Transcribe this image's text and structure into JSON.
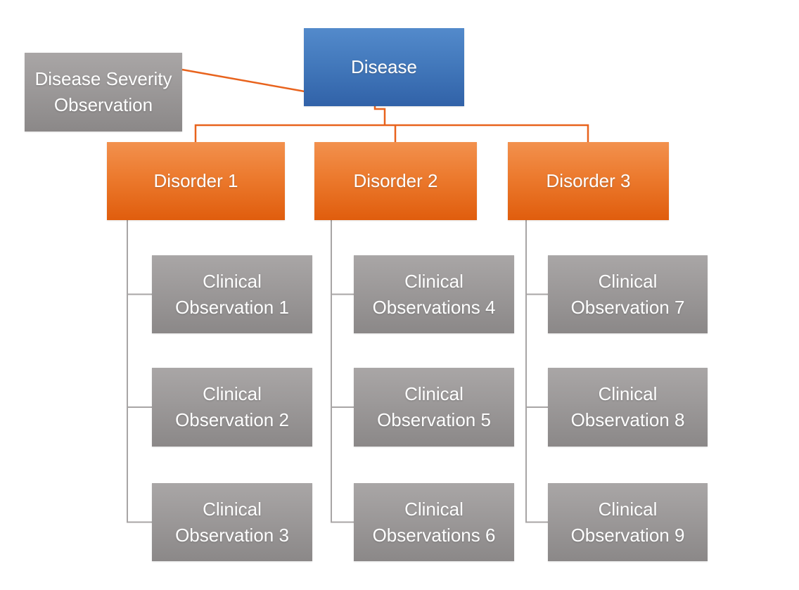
{
  "diagram": {
    "type": "org-chart",
    "background": "#ffffff",
    "colors": {
      "disease_fill_top": "#538acb",
      "disease_fill_bottom": "#3162a8",
      "disorder_fill_top": "#f2914e",
      "disorder_fill_bottom": "#e05d0d",
      "observation_fill_top": "#a9a6a6",
      "observation_fill_bottom": "#8b8888",
      "connector_orange": "#e8631d",
      "connector_gray": "#a8a5a5",
      "text": "#ffffff"
    },
    "nodes": {
      "disease": {
        "label": "Disease",
        "lines": [
          "Disease"
        ]
      },
      "severity": {
        "label": "Disease Severity Observation",
        "lines": [
          "Disease Severity",
          "Observation"
        ]
      },
      "disorders": [
        {
          "label": "Disorder 1",
          "lines": [
            "Disorder 1"
          ],
          "observations": [
            {
              "label": "Clinical Observation 1",
              "lines": [
                "Clinical",
                "Observation 1"
              ]
            },
            {
              "label": "Clinical Observation 2",
              "lines": [
                "Clinical",
                "Observation 2"
              ]
            },
            {
              "label": "Clinical Observation 3",
              "lines": [
                "Clinical",
                "Observation 3"
              ]
            }
          ]
        },
        {
          "label": "Disorder 2",
          "lines": [
            "Disorder 2"
          ],
          "observations": [
            {
              "label": "Clinical Observations 4",
              "lines": [
                "Clinical",
                "Observations 4"
              ]
            },
            {
              "label": "Clinical Observation 5",
              "lines": [
                "Clinical",
                "Observation 5"
              ]
            },
            {
              "label": "Clinical Observations 6",
              "lines": [
                "Clinical",
                "Observations 6"
              ]
            }
          ]
        },
        {
          "label": "Disorder 3",
          "lines": [
            "Disorder 3"
          ],
          "observations": [
            {
              "label": "Clinical Observation 7",
              "lines": [
                "Clinical",
                "Observation 7"
              ]
            },
            {
              "label": "Clinical Observation 8",
              "lines": [
                "Clinical",
                "Observation 8"
              ]
            },
            {
              "label": "Clinical Observation 9",
              "lines": [
                "Clinical",
                "Observation 9"
              ]
            }
          ]
        }
      ]
    }
  }
}
